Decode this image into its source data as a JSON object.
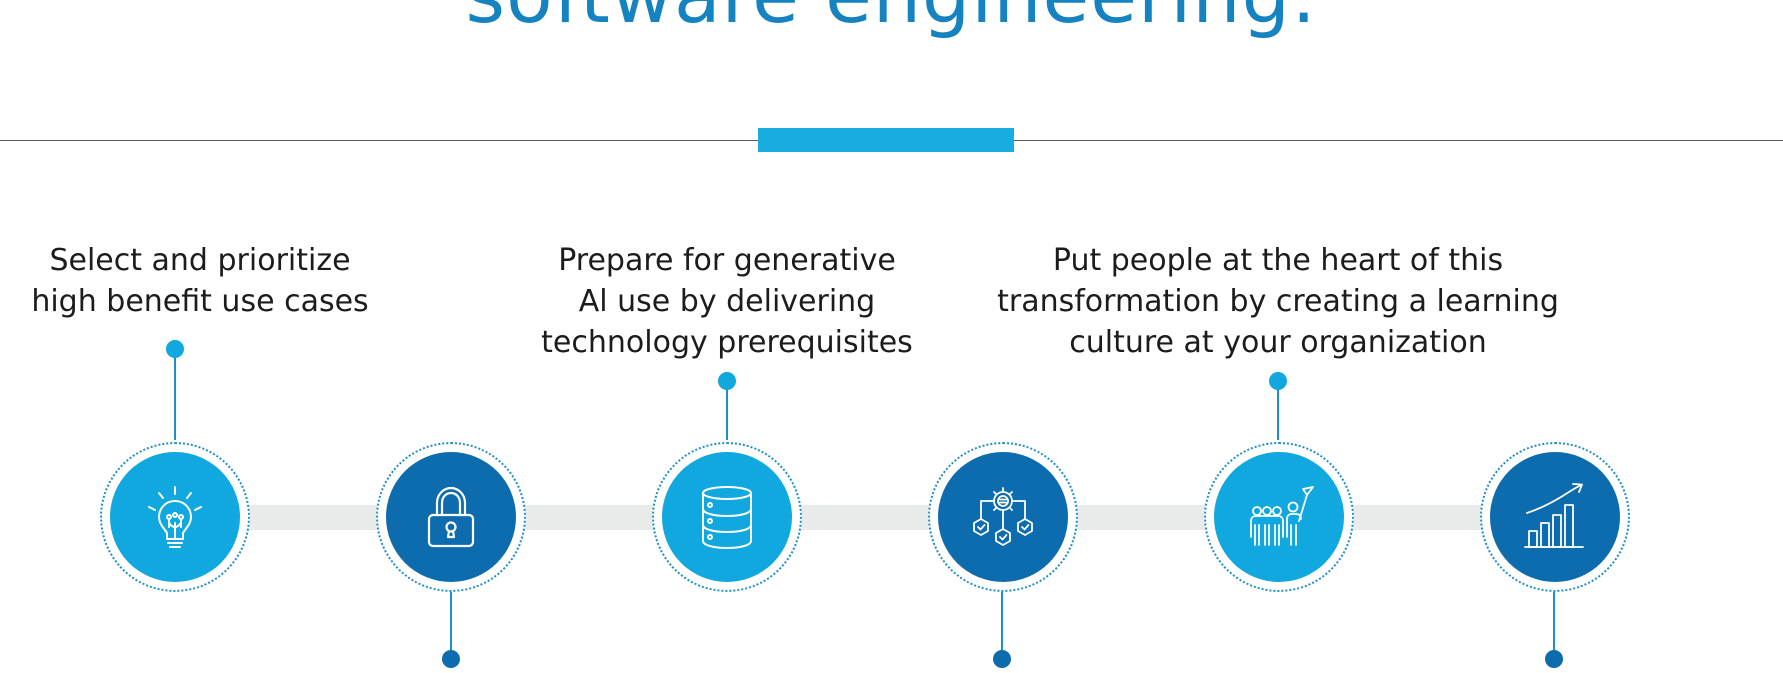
{
  "title": "software engineering:",
  "colors": {
    "title": "#1583bf",
    "accent_bar": "#17ade1",
    "track": "#e9ebea",
    "light_blue": "#10a8df",
    "dark_blue": "#0c6cae",
    "text": "#1c1c1c"
  },
  "steps": [
    {
      "text": "Select and prioritize high benefit use cases",
      "lines": [
        "Select and prioritize",
        "high benefit use cases"
      ],
      "icon": "lightbulb-icon"
    },
    {
      "text": "",
      "lines": [],
      "icon": "padlock-icon"
    },
    {
      "text": "Prepare for generative Al use by delivering technology prerequisites",
      "lines": [
        "Prepare for generative",
        "Al use by delivering",
        "technology prerequisites"
      ],
      "icon": "database-icon"
    },
    {
      "text": "",
      "lines": [],
      "icon": "gear-network-icon"
    },
    {
      "text": "Put people at the heart of this transformation by creating a learning culture at your organization",
      "lines": [
        "Put people at the heart of this",
        "transformation by creating a learning",
        "culture at your organization"
      ],
      "icon": "team-flag-icon"
    },
    {
      "text": "",
      "lines": [],
      "icon": "growth-chart-icon"
    }
  ]
}
